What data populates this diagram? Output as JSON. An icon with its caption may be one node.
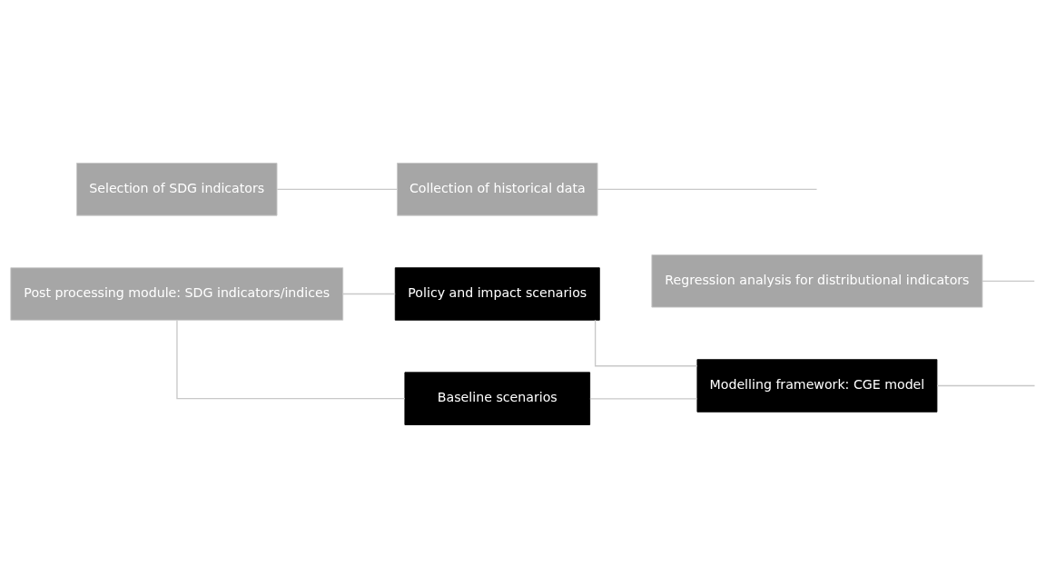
{
  "diagram": {
    "nodes": [
      {
        "text": [
          "Selection of SDG indicators"
        ]
      },
      {
        "text": [
          "Collection of historical data"
        ]
      },
      {
        "text": [
          "Regression analysis for distributional indicators"
        ]
      },
      {
        "text": [
          "Post processing module: SDG indicators/indices"
        ]
      },
      {
        "text": [
          "Baseline scenarios"
        ]
      },
      {
        "text": [
          "Policy and impact scenarios"
        ]
      },
      {
        "text": [
          "Modelling framework: CGE model"
        ]
      }
    ],
    "edges": [
      {
        "from": 0,
        "to": 1,
        "arrow": "none"
      },
      {
        "from": 1,
        "to": null,
        "arrow": "none"
      },
      {
        "from": 2,
        "to": null,
        "arrow": "none"
      },
      {
        "from": 3,
        "to": 4,
        "arrow": "none"
      },
      {
        "from": 3,
        "to": 5,
        "arrow": "none"
      },
      {
        "from": 4,
        "to": 6,
        "arrow": "none"
      },
      {
        "from": 5,
        "to": 6,
        "arrow": "none"
      },
      {
        "from": 6,
        "to": null,
        "arrow": "none"
      }
    ]
  }
}
